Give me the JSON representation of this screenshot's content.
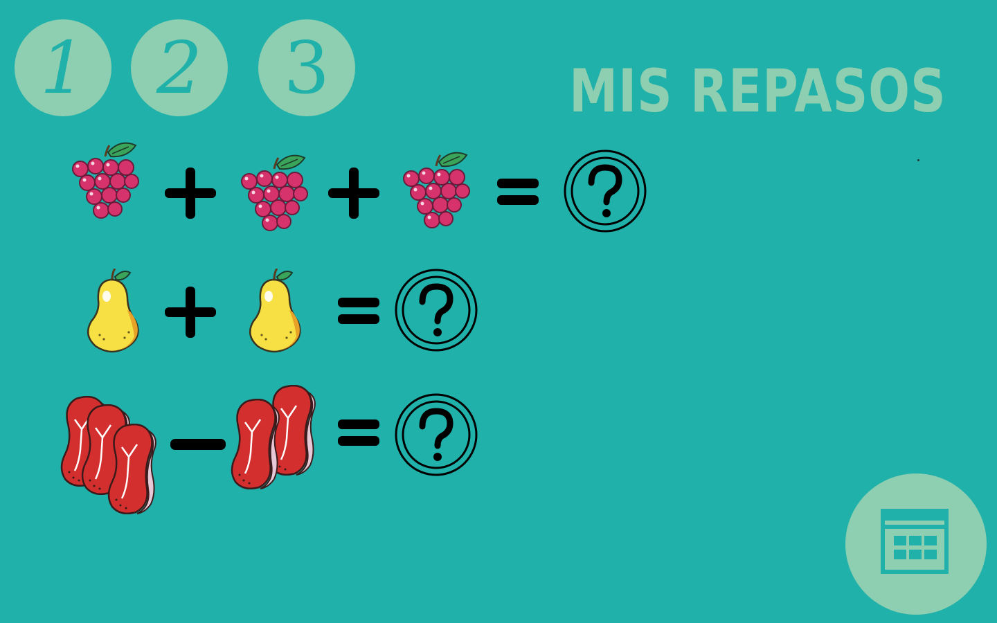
{
  "nav": {
    "numbers": [
      "1",
      "2",
      "3"
    ]
  },
  "title": "MIS REPASOS",
  "equations": [
    {
      "items": [
        "grapes",
        "grapes",
        "grapes"
      ],
      "operator": "+",
      "answer": "?"
    },
    {
      "items": [
        "pear",
        "pear"
      ],
      "operator": "+",
      "answer": "?"
    },
    {
      "items": [
        "meat-slices-3",
        "meat-slices-2"
      ],
      "operator": "−",
      "answer": "?"
    }
  ],
  "icons": {
    "calendar": "calendar-icon",
    "question": "question-mark-icon"
  },
  "colors": {
    "background": "#20b1aa",
    "accent": "#8dcfb0",
    "grape": "#d6336c",
    "pear": "#f6e043",
    "meat": "#d32f2f"
  }
}
